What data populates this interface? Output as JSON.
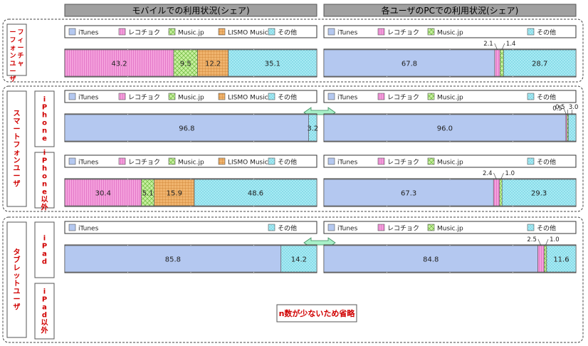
{
  "headers": {
    "mobile": "モバイルでの利用状況(シェア)",
    "pc": "各ユーザのPCでの利用状況(シェア)"
  },
  "groups": {
    "feature": "フィーチャーフォンユーザ",
    "smart": "スマートフォンユーザ",
    "tablet": "タブレットユーザ"
  },
  "subgroups": {
    "iphone": "iPhone",
    "iphone_other": "iPhone以外",
    "ipad": "iPad",
    "ipad_other": "iPad以外"
  },
  "note": "n数が少ないため省略",
  "colors": {
    "iTunes": "#b4c8f0",
    "recochoku": "#f4a0dc",
    "musicjp": "#c8f0a0",
    "lismo": "#f0b46e",
    "other": "#a8eaf4",
    "arrow": "#a8f0c8"
  },
  "chart_data": {
    "type": "bar",
    "orientation": "horizontal-stacked-100",
    "series_names": {
      "itunes": "iTunes",
      "recochoku": "レコチョク",
      "musicjp": "Music.jp",
      "lismo": "LISMO Music",
      "other": "その他"
    },
    "rows": [
      {
        "id": "feature_mobile",
        "legend": [
          "itunes",
          "recochoku",
          "musicjp",
          "lismo",
          "other"
        ],
        "segments": [
          {
            "s": "recochoku",
            "v": 43.2,
            "label": "43.2"
          },
          {
            "s": "musicjp",
            "v": 9.5,
            "label": "9.5"
          },
          {
            "s": "lismo",
            "v": 12.2,
            "label": "12.2"
          },
          {
            "s": "other",
            "v": 35.1,
            "label": "35.1"
          }
        ]
      },
      {
        "id": "feature_pc",
        "legend": [
          "itunes",
          "recochoku",
          "musicjp",
          "other"
        ],
        "segments": [
          {
            "s": "itunes",
            "v": 67.8,
            "label": "67.8"
          },
          {
            "s": "recochoku",
            "v": 2.1,
            "label": "2.1",
            "callout": "left"
          },
          {
            "s": "musicjp",
            "v": 1.4,
            "label": "1.4",
            "callout": "right"
          },
          {
            "s": "other",
            "v": 28.7,
            "label": "28.7"
          }
        ]
      },
      {
        "id": "iphone_mobile",
        "legend": [
          "itunes",
          "recochoku",
          "musicjp",
          "lismo",
          "other"
        ],
        "segments": [
          {
            "s": "itunes",
            "v": 96.8,
            "label": "96.8"
          },
          {
            "s": "other",
            "v": 3.2,
            "label": "3.2"
          }
        ]
      },
      {
        "id": "iphone_pc",
        "legend": [
          "itunes",
          "recochoku",
          "musicjp",
          "other"
        ],
        "segments": [
          {
            "s": "itunes",
            "v": 96.0,
            "label": "96.0"
          },
          {
            "s": "recochoku",
            "v": 0.5,
            "label": "0.5",
            "callout": "left"
          },
          {
            "s": "musicjp",
            "v": 0.5,
            "label": "0.5",
            "callout": "up"
          },
          {
            "s": "other",
            "v": 3.0,
            "label": "3.0",
            "callout": "up"
          }
        ]
      },
      {
        "id": "iphoneother_mobile",
        "legend": [
          "itunes",
          "recochoku",
          "musicjp",
          "lismo",
          "other"
        ],
        "segments": [
          {
            "s": "recochoku",
            "v": 30.4,
            "label": "30.4"
          },
          {
            "s": "musicjp",
            "v": 5.1,
            "label": "5.1"
          },
          {
            "s": "lismo",
            "v": 15.9,
            "label": "15.9"
          },
          {
            "s": "other",
            "v": 48.6,
            "label": "48.6"
          }
        ]
      },
      {
        "id": "iphoneother_pc",
        "legend": [
          "itunes",
          "recochoku",
          "musicjp",
          "other"
        ],
        "segments": [
          {
            "s": "itunes",
            "v": 67.3,
            "label": "67.3"
          },
          {
            "s": "recochoku",
            "v": 2.4,
            "label": "2.4",
            "callout": "left"
          },
          {
            "s": "musicjp",
            "v": 1.0,
            "label": "1.0",
            "callout": "right"
          },
          {
            "s": "other",
            "v": 29.3,
            "label": "29.3"
          }
        ]
      },
      {
        "id": "ipad_mobile",
        "legend": [
          "itunes",
          "other"
        ],
        "segments": [
          {
            "s": "itunes",
            "v": 85.8,
            "label": "85.8"
          },
          {
            "s": "other",
            "v": 14.2,
            "label": "14.2"
          }
        ]
      },
      {
        "id": "ipad_pc",
        "legend": [
          "itunes",
          "recochoku",
          "musicjp",
          "other"
        ],
        "segments": [
          {
            "s": "itunes",
            "v": 84.8,
            "label": "84.8"
          },
          {
            "s": "recochoku",
            "v": 2.5,
            "label": "2.5",
            "callout": "left"
          },
          {
            "s": "musicjp",
            "v": 1.0,
            "label": "1.0",
            "callout": "right"
          },
          {
            "s": "other",
            "v": 11.6,
            "label": "11.6"
          }
        ]
      }
    ]
  }
}
